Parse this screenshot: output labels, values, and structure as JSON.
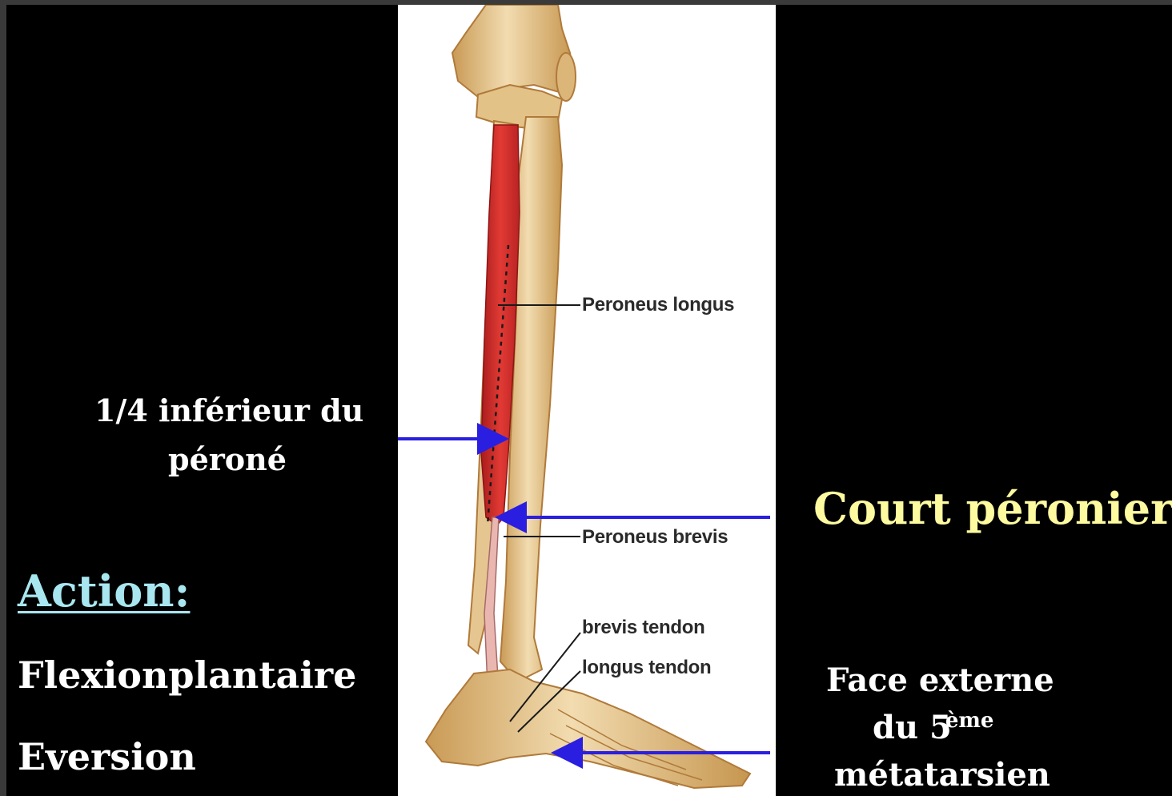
{
  "colors": {
    "background": "#000000",
    "muscle_name": "#fdfaa0",
    "action_title": "#a8e6f0",
    "body_text": "#ffffff",
    "arrow": "#2a1fe0",
    "muscle": "#d8322e",
    "bone": "#e9cfa0"
  },
  "illustration_labels": {
    "peroneus_longus": "Peroneus longus",
    "peroneus_brevis": "Peroneus brevis",
    "brevis_tendon": "brevis tendon",
    "longus_tendon": "longus tendon"
  },
  "origin": {
    "line1": "1/4 inférieur du",
    "line2": "péroné"
  },
  "action": {
    "title": "Action:",
    "items": [
      "Flexionplantaire",
      "Eversion"
    ]
  },
  "muscle_name": "Court péronier",
  "insertion": {
    "line1": "Face externe",
    "line2": "du 5",
    "line2_sup": "ème",
    "line3": "métatarsien"
  }
}
